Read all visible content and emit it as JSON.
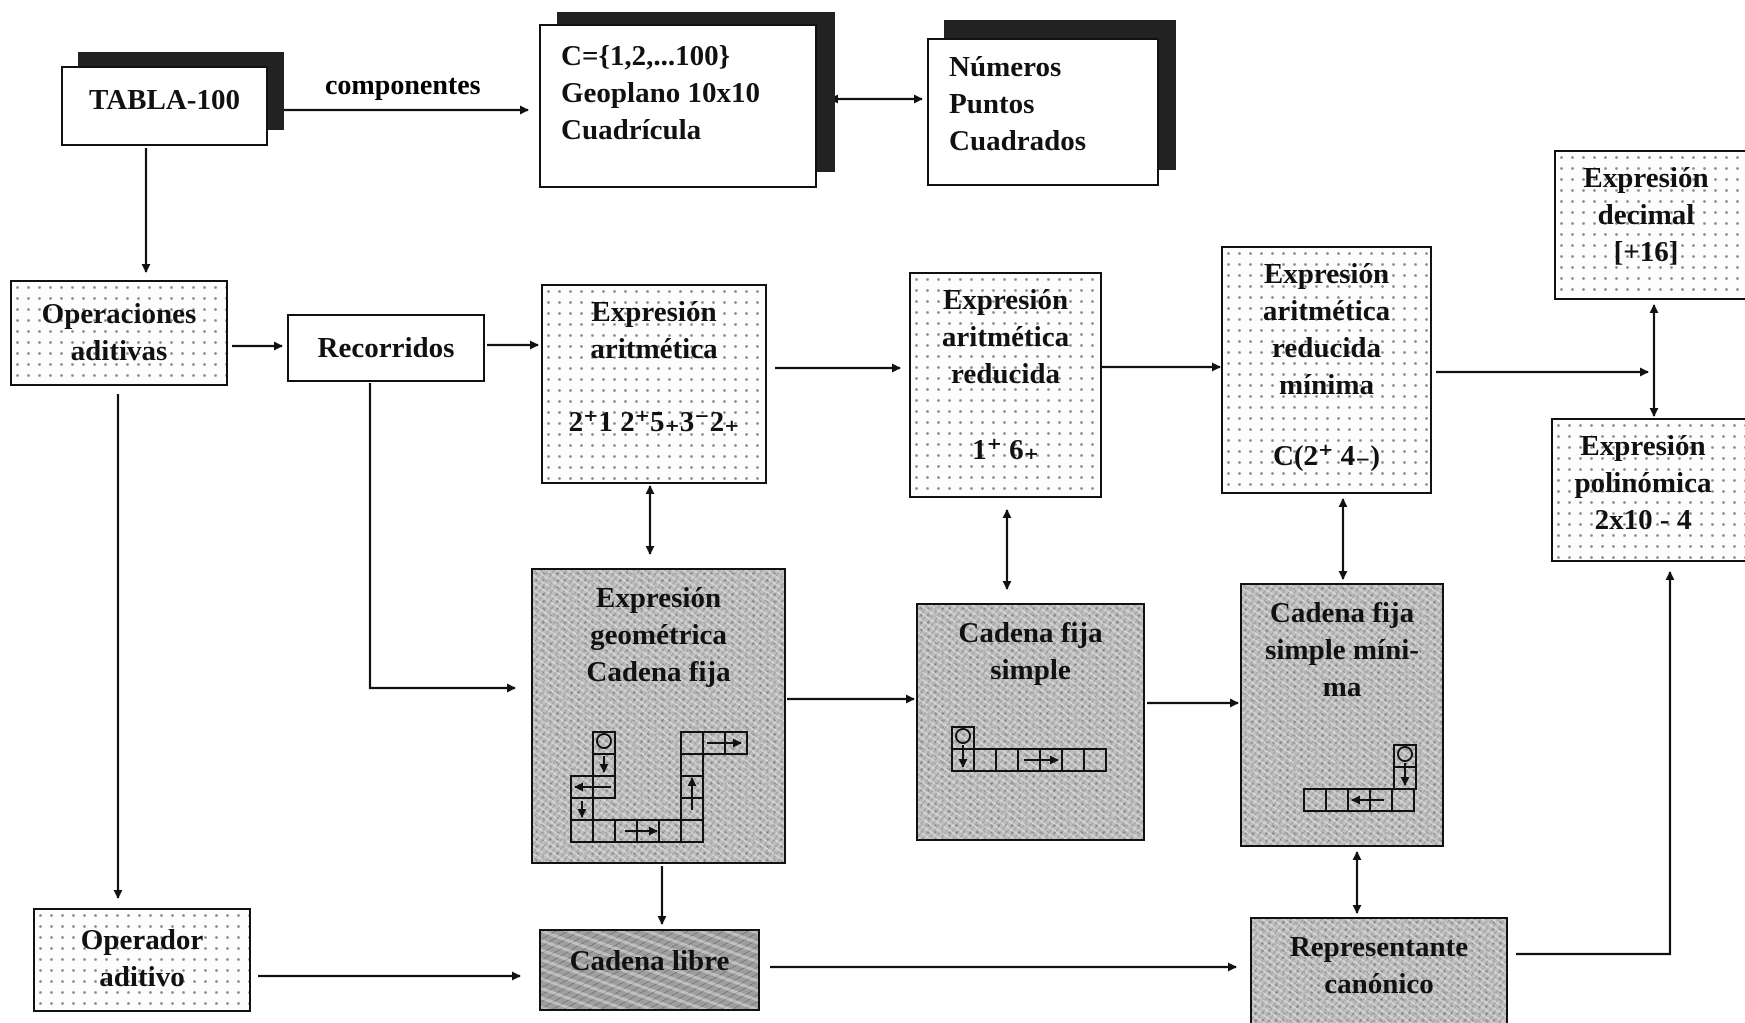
{
  "nodes": {
    "tabla": {
      "lines": [
        "TABLA-100"
      ]
    },
    "componentes_list": {
      "lines": [
        "C={1,2,...100}",
        "Geoplano 10x10",
        "Cuadrícula"
      ]
    },
    "numeros_list": {
      "lines": [
        "Números",
        "Puntos",
        "Cuadrados"
      ]
    },
    "operaciones": {
      "lines": [
        "Operaciones",
        "aditivas"
      ]
    },
    "recorridos": {
      "lines": [
        "Recorridos"
      ]
    },
    "expr_aritmetica": {
      "lines": [
        "Expresión",
        "aritmética"
      ],
      "formula": "2⁺1 2⁺5₊3⁻2₊"
    },
    "expr_reducida": {
      "lines": [
        "Expresión",
        "aritmética",
        "reducida"
      ],
      "formula": "1⁺ 6₊"
    },
    "expr_minima": {
      "lines": [
        "Expresión",
        "aritmética",
        "reducida",
        "mínima"
      ],
      "formula": "C(2⁺ 4₋)"
    },
    "expr_decimal": {
      "lines": [
        "Expresión",
        "decimal",
        "[+16]"
      ]
    },
    "expr_polinomica": {
      "lines": [
        "Expresión",
        "polinómica",
        "2x10 - 4"
      ]
    },
    "expr_geometrica": {
      "lines": [
        "Expresión",
        "geométrica",
        "Cadena fija"
      ]
    },
    "cadena_simple": {
      "lines": [
        "Cadena fija",
        "simple"
      ]
    },
    "cadena_minima": {
      "lines": [
        "Cadena fija",
        "simple míni-",
        "ma"
      ]
    },
    "operador": {
      "lines": [
        "Operador",
        "aditivo"
      ]
    },
    "cadena_libre": {
      "lines": [
        "Cadena libre"
      ]
    },
    "representante": {
      "lines": [
        "Representante",
        "canónico"
      ]
    }
  },
  "edge_labels": {
    "componentes": "componentes"
  },
  "colors": {
    "line": "#111111",
    "box": "#ffffff",
    "shadow": "#222222"
  }
}
